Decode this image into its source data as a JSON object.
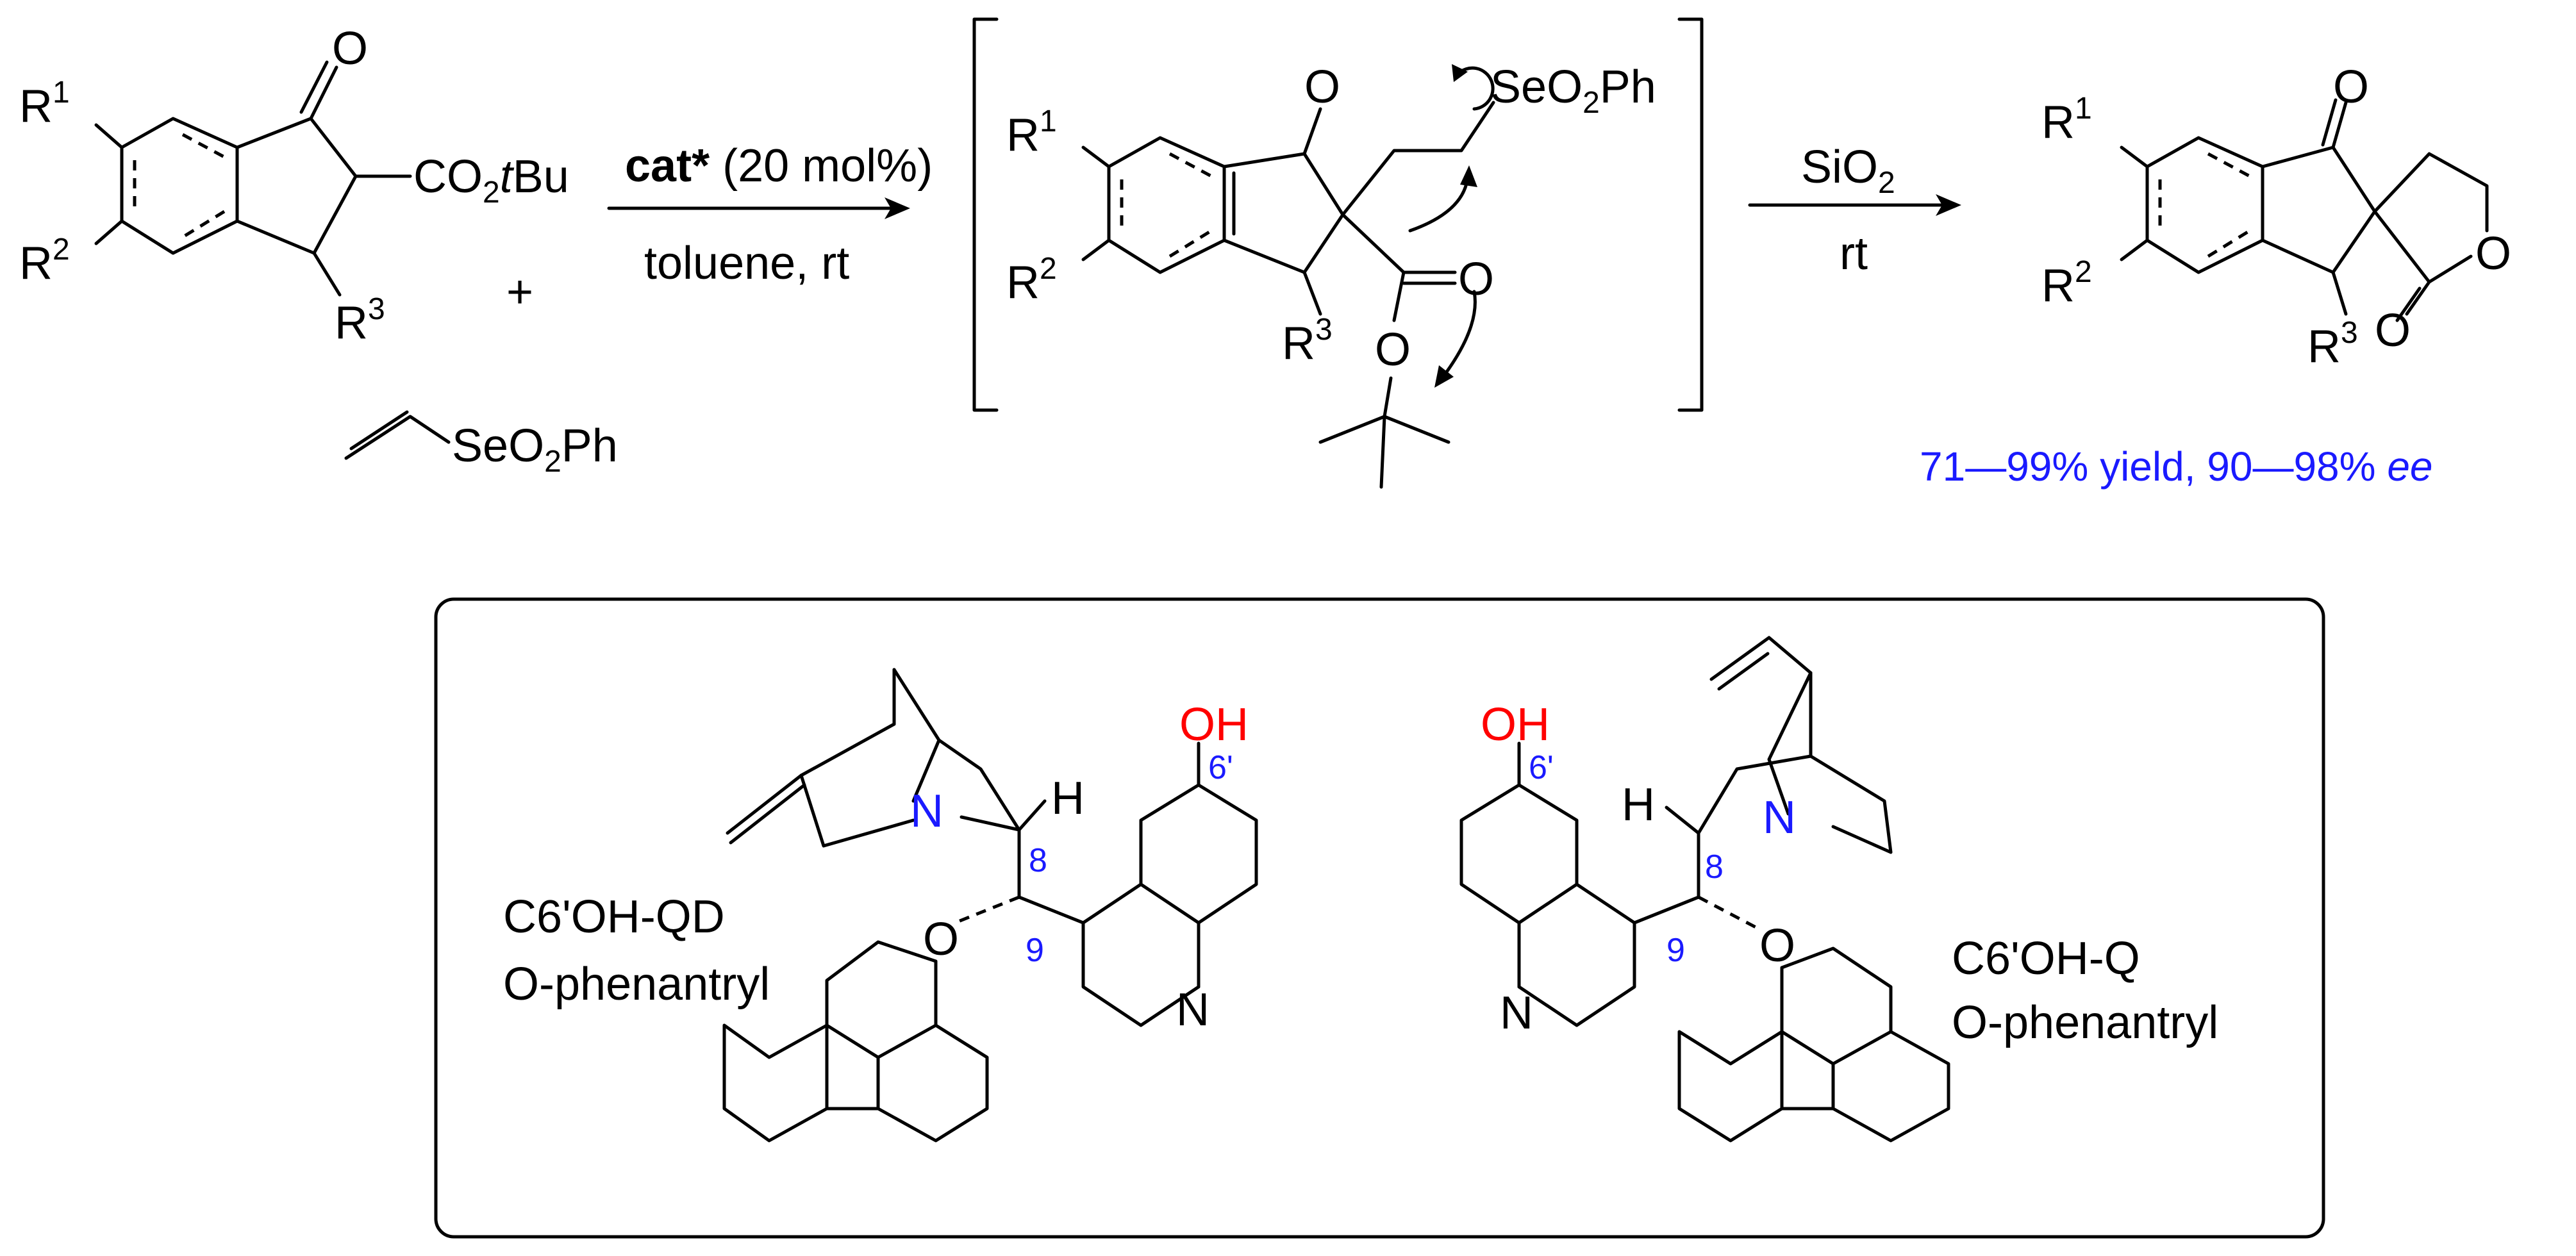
{
  "reactant": {
    "r1_base": "R",
    "r1_sup": "1",
    "r2_base": "R",
    "r2_sup": "2",
    "r3_base": "R",
    "r3_sup": "3",
    "ketone_o": "O",
    "ester_a": "CO",
    "ester_sub": "2",
    "ester_t": "t",
    "ester_b": "Bu"
  },
  "plus": "+",
  "selenone": {
    "a": "SeO",
    "sub": "2",
    "b": "Ph"
  },
  "step1": {
    "cat_bold": "cat*",
    "cat_rest": " (20 mol%)",
    "below": "toluene, rt"
  },
  "intermediate": {
    "r1_base": "R",
    "r1_sup": "1",
    "r2_base": "R",
    "r2_sup": "2",
    "r3_base": "R",
    "r3_sup": "3",
    "ketone_o": "O",
    "se_a": "SeO",
    "se_sub": "2",
    "se_b": "Ph",
    "carbonyl_o": "O",
    "ether_o": "O"
  },
  "step2": {
    "above_a": "SiO",
    "above_sub": "2",
    "below": "rt"
  },
  "product": {
    "r1_base": "R",
    "r1_sup": "1",
    "r2_base": "R",
    "r2_sup": "2",
    "r3_base": "R",
    "r3_sup": "3",
    "ketone_o": "O",
    "ring_o": "O",
    "lactone_o": "O"
  },
  "yield_text": {
    "a": "71—99% yield, 90—98% ",
    "ee": "ee"
  },
  "catalyst_left": {
    "name_line1": "C6'OH-QD",
    "name_line2": "O-phenantryl",
    "oh": "OH",
    "pos6": "6'",
    "n_quin": "N",
    "n_bridge": "N",
    "h": "H",
    "pos8": "8",
    "pos9": "9",
    "o_ether": "O"
  },
  "catalyst_right": {
    "name_line1": "C6'OH-Q",
    "name_line2": "O-phenantryl",
    "oh": "OH",
    "pos6": "6'",
    "n_quin": "N",
    "n_bridge": "N",
    "h": "H",
    "pos8": "8",
    "pos9": "9",
    "o_ether": "O"
  },
  "colors": {
    "label_blue": "#1a1aff",
    "hydroxyl_red": "#ff0000",
    "ink": "#000000"
  }
}
